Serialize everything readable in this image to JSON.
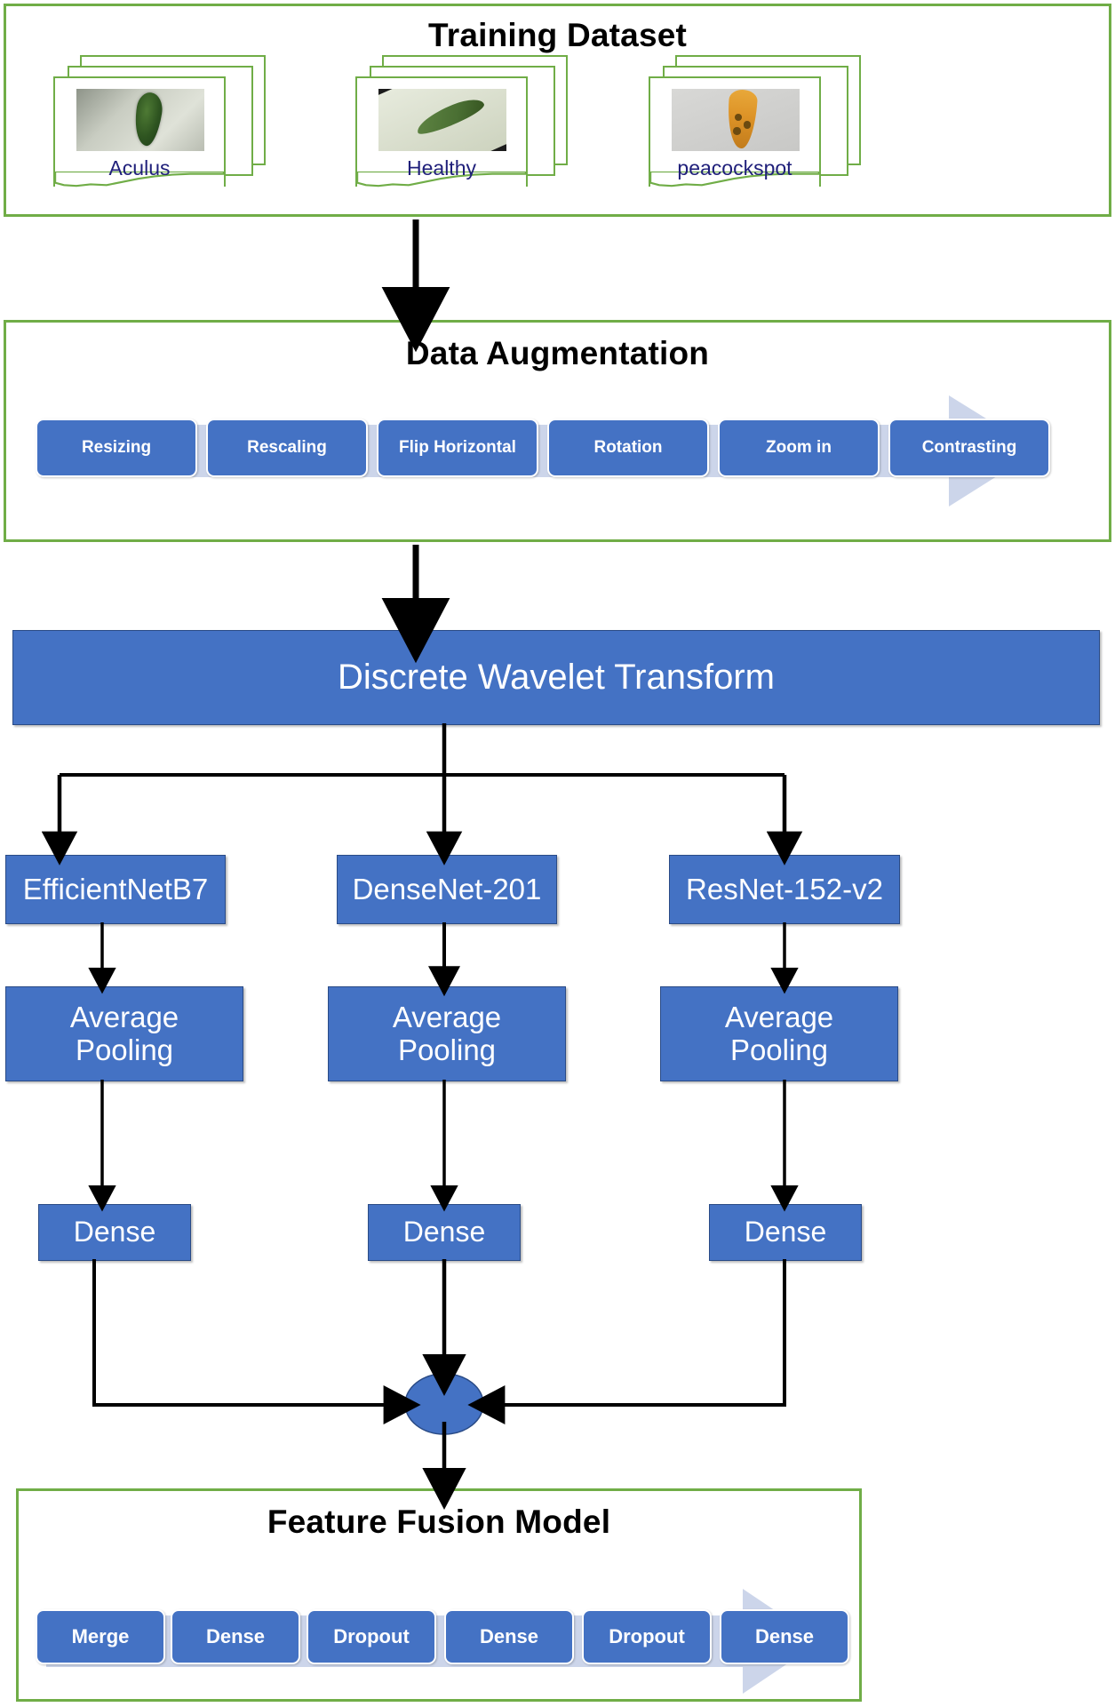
{
  "diagram": {
    "title": "Deep learning pipeline for olive leaf disease classification",
    "accent_green": "#70ad47",
    "accent_blue": "#4472c4",
    "arrow_lavender": "#ccd5ea",
    "label_navy": "#1f1f7a"
  },
  "training_dataset": {
    "title": "Training Dataset",
    "cards": [
      {
        "label": "Aculus",
        "image_alt": "olive leaf with aculus damage"
      },
      {
        "label": "Healthy",
        "image_alt": "healthy olive leaf"
      },
      {
        "label": "peacockspot",
        "image_alt": "olive leaf with peacock spot"
      }
    ]
  },
  "data_augmentation": {
    "title": "Data Augmentation",
    "steps": [
      "Resizing",
      "Rescaling",
      "Flip Horizontal",
      "Rotation",
      "Zoom in",
      "Contrasting"
    ]
  },
  "transform": {
    "label": "Discrete Wavelet Transform"
  },
  "branches": [
    {
      "backbone": "EfficientNetB7",
      "pooling": "Average\nPooling",
      "dense": "Dense"
    },
    {
      "backbone": "DenseNet-201",
      "pooling": "Average\nPooling",
      "dense": "Dense"
    },
    {
      "backbone": "ResNet-152-v2",
      "pooling": "Average\nPooling",
      "dense": "Dense"
    }
  ],
  "merge_node": {
    "label": ""
  },
  "feature_fusion": {
    "title": "Feature Fusion Model",
    "steps": [
      "Merge",
      "Dense",
      "Dropout",
      "Dense",
      "Dropout",
      "Dense"
    ]
  }
}
